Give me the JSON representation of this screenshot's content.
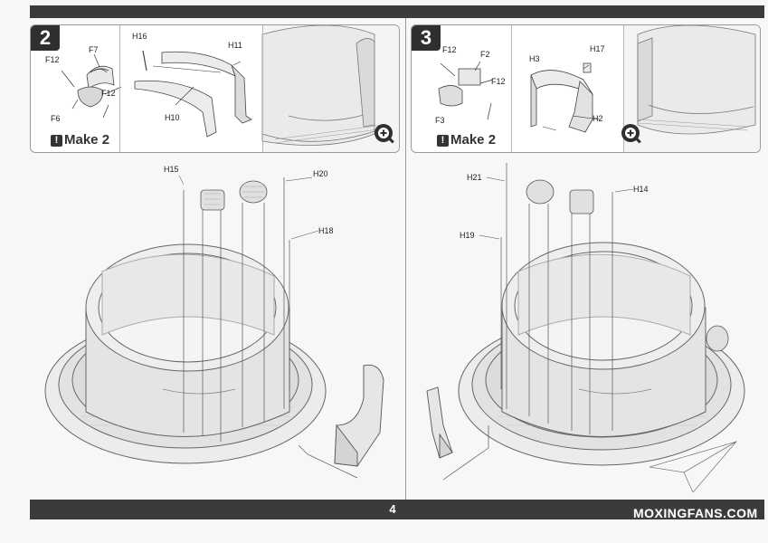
{
  "page_number": "4",
  "watermark": "MOXINGFANS.COM",
  "step2": {
    "number": "2",
    "make_label": "Make 2",
    "labels": {
      "f12a": "F12",
      "f7": "F7",
      "f12b": "F12",
      "f6": "F6",
      "h16": "H16",
      "h11": "H11",
      "h10": "H10"
    },
    "main_labels": {
      "h15": "H15",
      "h20": "H20",
      "h18": "H18"
    }
  },
  "step3": {
    "number": "3",
    "make_label": "Make 2",
    "labels": {
      "f12a": "F12",
      "f2": "F2",
      "f12b": "F12",
      "f3": "F3",
      "h3": "H3",
      "h17": "H17",
      "h2": "H2"
    },
    "main_labels": {
      "h21": "H21",
      "h14": "H14",
      "h19": "H19"
    }
  },
  "icons": [
    "zoom-in-icon",
    "paper-plane-logo-icon"
  ]
}
